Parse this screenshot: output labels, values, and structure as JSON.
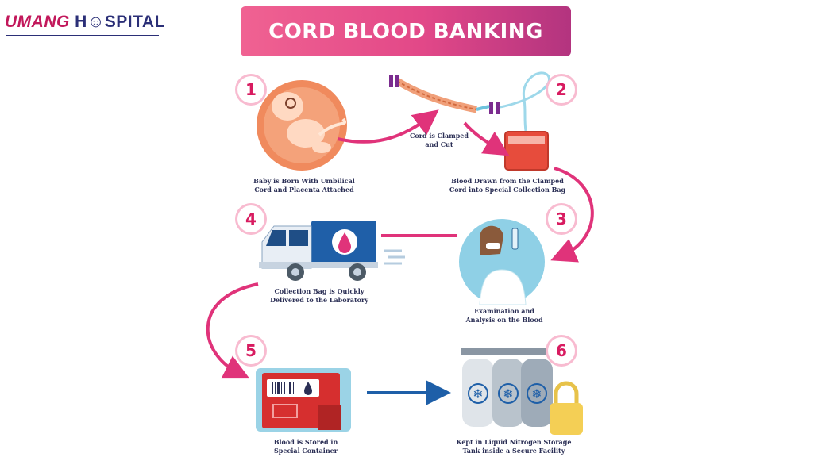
{
  "logo": {
    "part1": "UMANG",
    "part2": "H",
    "part3": "SPITAL"
  },
  "title": "CORD BLOOD BANKING",
  "steps": [
    {
      "number": "1",
      "caption_line1": "Baby is Born With Umbilical",
      "caption_line2": "Cord and Placenta Attached"
    },
    {
      "number": "2",
      "caption_line1": "Blood Drawn from the Clamped",
      "caption_line2": "Cord into Special Collection Bag"
    },
    {
      "number": "3",
      "caption_line1": "Examination and",
      "caption_line2": "Analysis on the Blood"
    },
    {
      "number": "4",
      "caption_line1": "Collection Bag is Quickly",
      "caption_line2": "Delivered to the Laboratory"
    },
    {
      "number": "5",
      "caption_line1": "Blood is Stored in",
      "caption_line2": "Special Container"
    },
    {
      "number": "6",
      "caption_line1": "Kept in Liquid Nitrogen Storage",
      "caption_line2": "Tank inside a Secure Facility"
    }
  ],
  "cord_caption": {
    "line1": "Cord is Clamped",
    "line2": "and Cut"
  },
  "colors": {
    "brand_pink": "#d81b60",
    "navy": "#2b2f77",
    "arrow_blue": "#1e5fa8"
  }
}
